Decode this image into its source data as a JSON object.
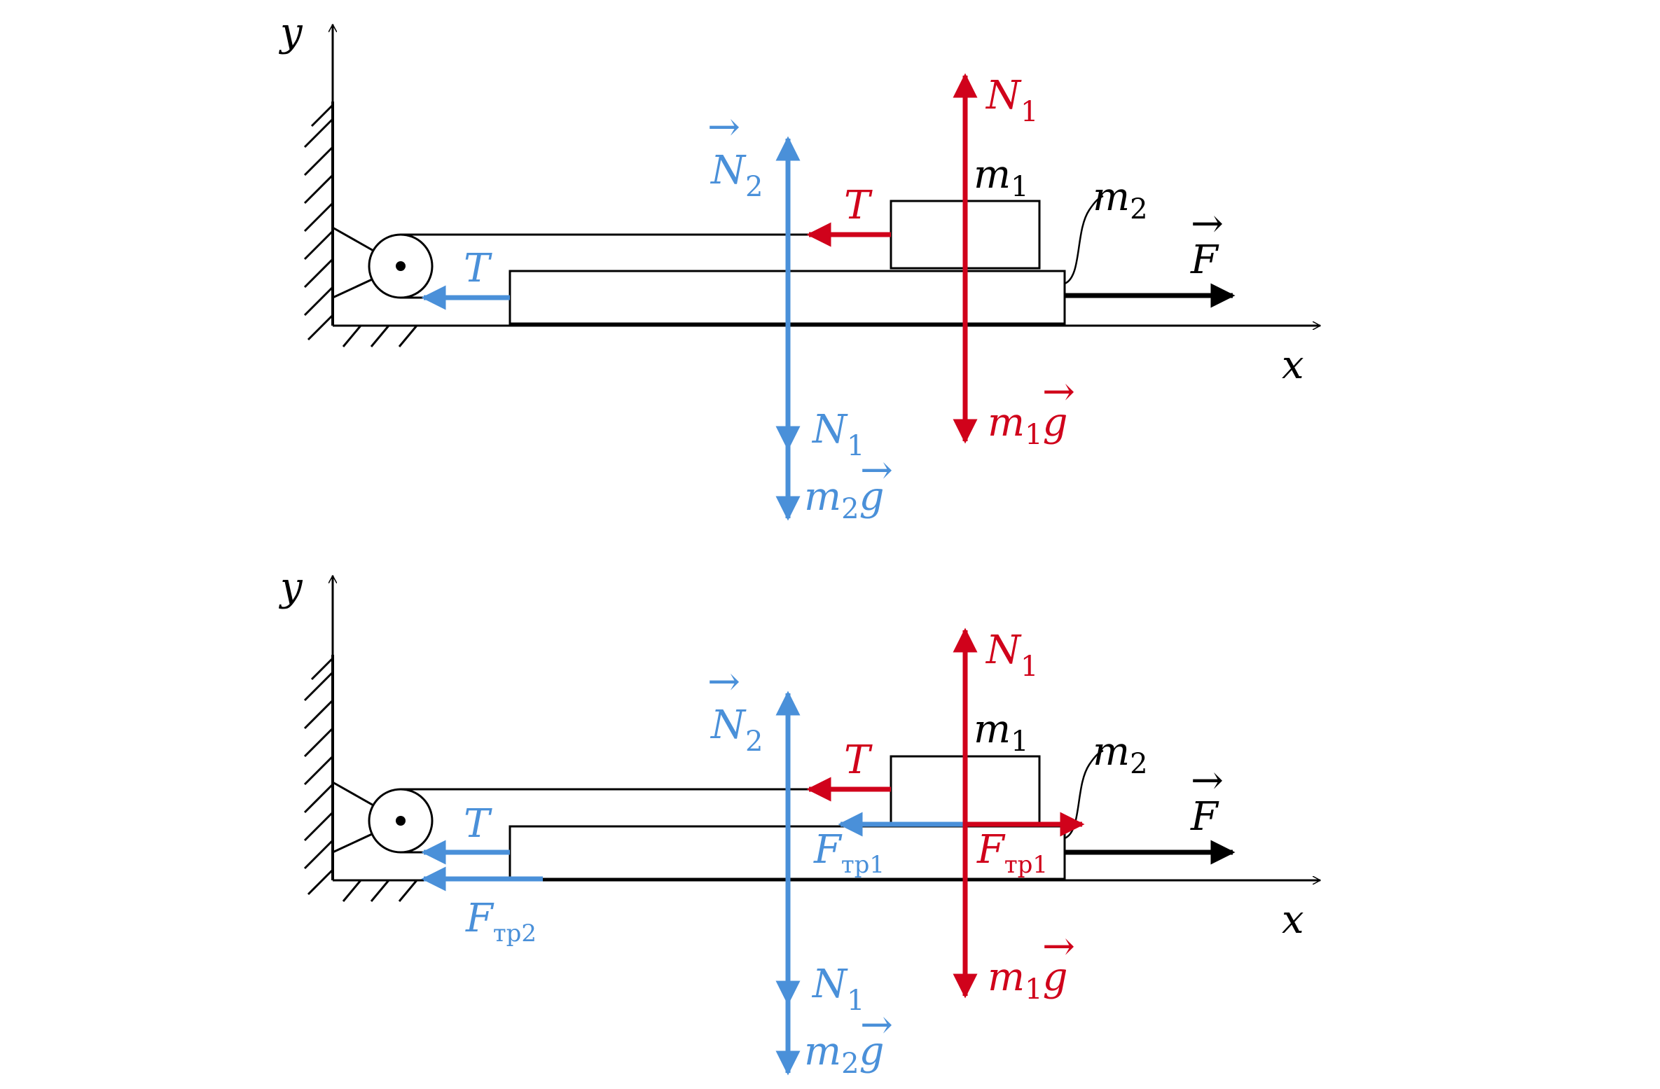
{
  "colors": {
    "black": "#000000",
    "red": "#d0021b",
    "blue": "#4a90d9"
  },
  "labels": {
    "axis_y": "y",
    "axis_x": "x",
    "m": "m",
    "sub_1": "1",
    "sub_2": "2",
    "T": "T",
    "N": "N",
    "F": "F",
    "g": "g",
    "tr1": "тр1",
    "tr2": "тр2",
    "vec_arrow": "→"
  }
}
